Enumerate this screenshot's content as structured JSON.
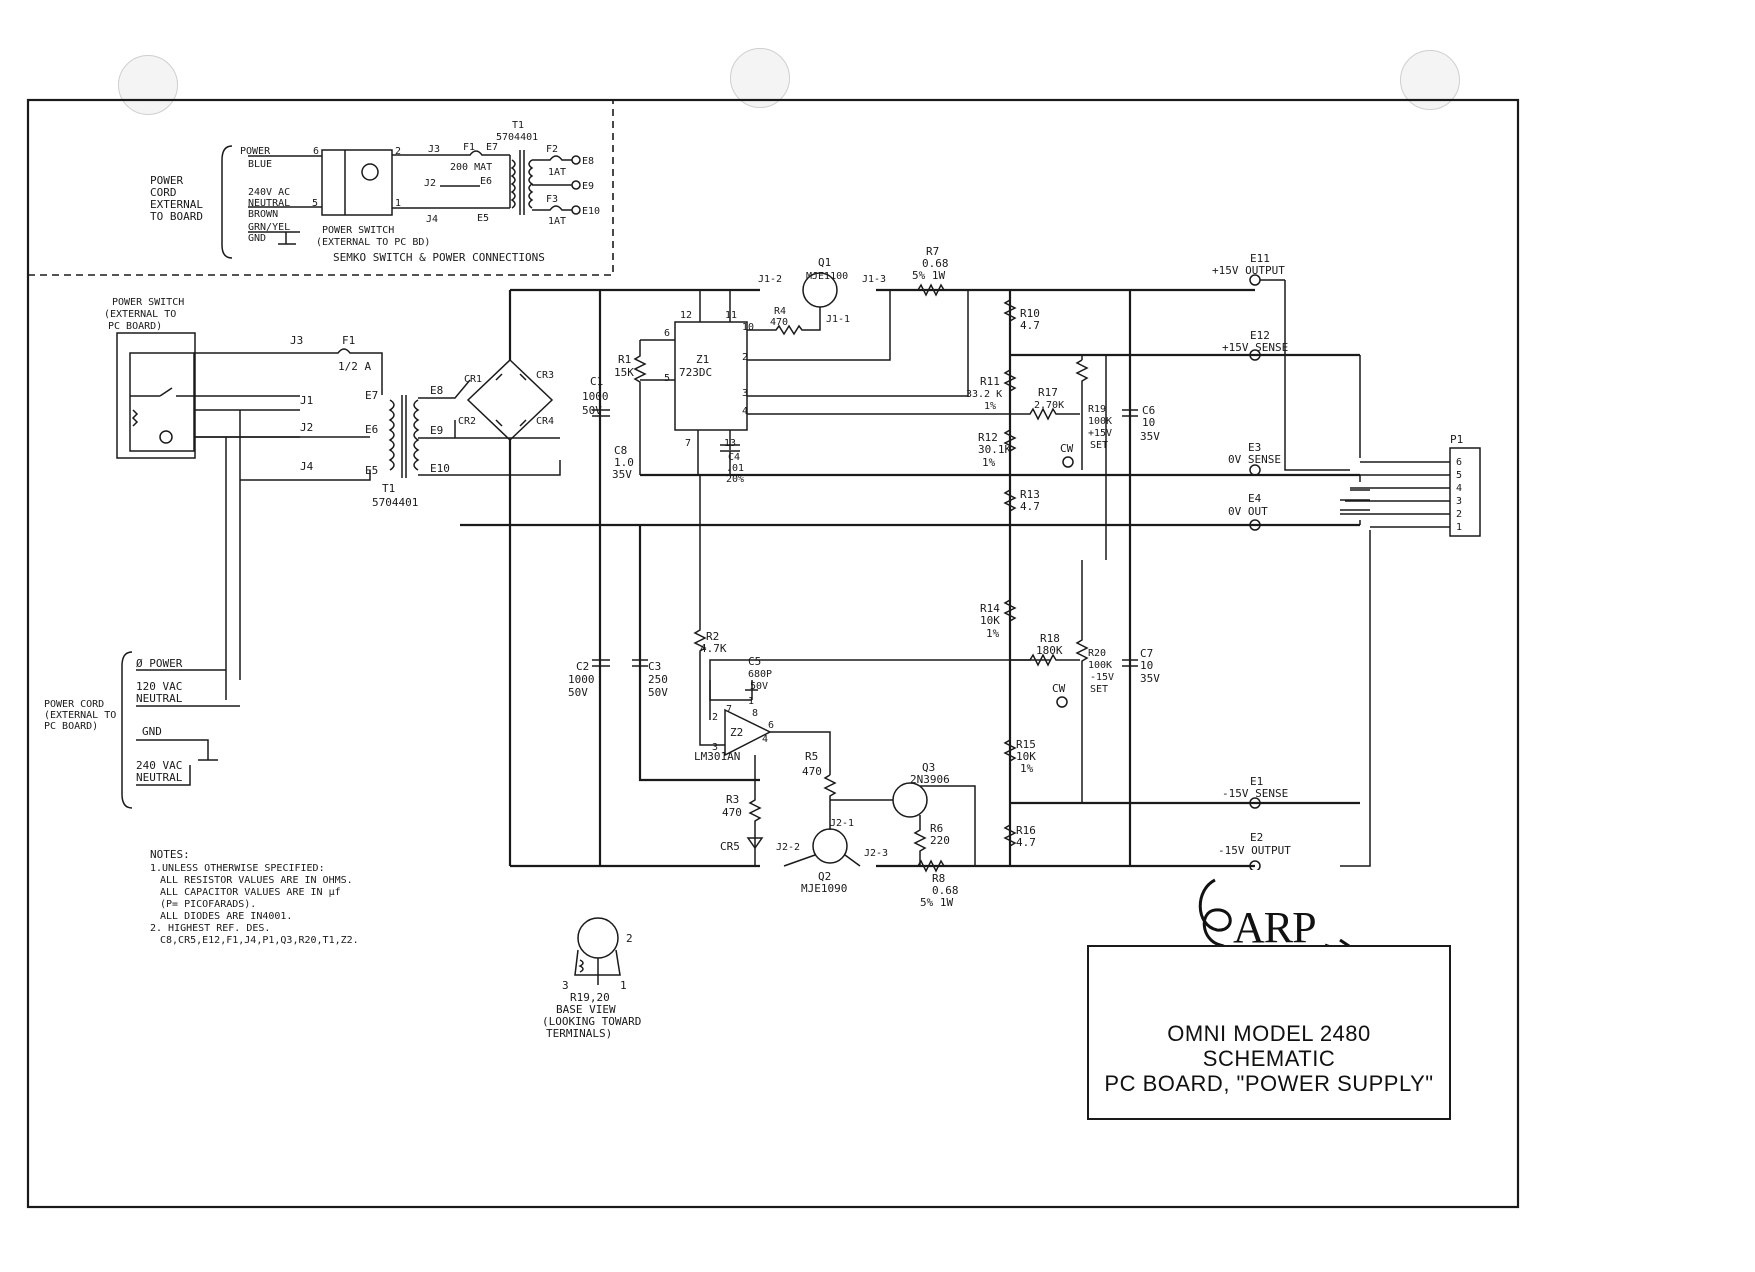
{
  "title_block": {
    "line1": "OMNI MODEL 2480",
    "line2": "SCHEMATIC",
    "line3": "PC BOARD, \"POWER SUPPLY\"",
    "logo_text": "ARP"
  },
  "inset": {
    "caption": "SEMKO SWITCH & POWER CONNECTIONS",
    "power_cord": [
      "POWER",
      "CORD",
      "EXTERNAL",
      "TO BOARD"
    ],
    "wires": [
      "POWER",
      "BLUE",
      "240V AC",
      "NEUTRAL",
      "BROWN",
      "GRN/YEL",
      "GND"
    ],
    "switch_label": [
      "POWER SWITCH",
      "(EXTERNAL TO PC BD)"
    ],
    "transformer": [
      "T1",
      "5704401"
    ],
    "connectors": {
      "j3": "J3",
      "j2": "J2",
      "j4": "J4",
      "f1": "F1",
      "f1_val": "200 MAT",
      "e7": "E7",
      "e6": "E6",
      "e5": "E5",
      "f2": "F2",
      "f2_val": "1AT",
      "e8": "E8",
      "e9": "E9",
      "f3": "F3",
      "f3_val": "1AT",
      "e10": "E10"
    },
    "pins": {
      "p6": "6",
      "p2": "2",
      "p5": "5",
      "p1": "1"
    }
  },
  "left": {
    "power_switch": [
      "POWER SWITCH",
      "(EXTERNAL TO",
      "PC BOARD)"
    ],
    "j3": "J3",
    "f1": "F1",
    "f1_val": "1/2 A",
    "j1": "J1",
    "j2": "J2",
    "j4": "J4",
    "e7": "E7",
    "e6": "E6",
    "e5": "E5",
    "e8": "E8",
    "e9": "E9",
    "e10": "E10",
    "t1": "T1",
    "t1_part": "5704401",
    "cr1": "CR1",
    "cr2": "CR2",
    "cr3": "CR3",
    "cr4": "CR4",
    "cord_label": [
      "POWER CORD",
      "(EXTERNAL TO",
      "PC BOARD)"
    ],
    "cord_wires": [
      "Ø POWER",
      "120 VAC",
      "NEUTRAL",
      "GND",
      "240 VAC",
      "NEUTRAL"
    ]
  },
  "components": {
    "c1": [
      "C1",
      "1000",
      "50V"
    ],
    "c8": [
      "C8",
      "1.0",
      "35V"
    ],
    "r1": [
      "R1",
      "15K"
    ],
    "z1": [
      "Z1",
      "723DC"
    ],
    "c4": [
      "C4",
      ".01",
      "20%"
    ],
    "q1": [
      "Q1",
      "MJE1100"
    ],
    "j1_2": "J1-2",
    "j1_3": "J1-3",
    "j1_1": "J1-1",
    "r4": [
      "R4",
      "470"
    ],
    "r7": [
      "R7",
      "0.68",
      "5% 1W"
    ],
    "r10": [
      "R10",
      "4.7"
    ],
    "r11": [
      "R11",
      "33.2 K",
      "1%"
    ],
    "r17": [
      "R17",
      "2.70K"
    ],
    "r19": [
      "R19",
      "100K",
      "+15V",
      "SET"
    ],
    "cw1": "CW",
    "c6": [
      "C6",
      "10",
      "35V"
    ],
    "r12": [
      "R12",
      "30.1K",
      "1%"
    ],
    "r13": [
      "R13",
      "4.7"
    ],
    "r14": [
      "R14",
      "10K",
      "1%"
    ],
    "r18": [
      "R18",
      "180K"
    ],
    "r20": [
      "R20",
      "100K",
      "-15V",
      "SET"
    ],
    "cw2": "CW",
    "c7": [
      "C7",
      "10",
      "35V"
    ],
    "r15": [
      "R15",
      "10K",
      "1%"
    ],
    "r16": [
      "R16",
      "4.7"
    ],
    "c2": [
      "C2",
      "1000",
      "50V"
    ],
    "c3": [
      "C3",
      "250",
      "50V"
    ],
    "r2": [
      "R2",
      "4.7K"
    ],
    "c5": [
      "C5",
      "680P",
      "50V"
    ],
    "z2": [
      "Z2",
      "LM301AN"
    ],
    "r5": [
      "R5",
      "470"
    ],
    "r3": [
      "R3",
      "470"
    ],
    "cr5": "CR5",
    "q3": [
      "Q3",
      "2N3906"
    ],
    "r6": [
      "R6",
      "220"
    ],
    "q2": [
      "Q2",
      "MJE1090"
    ],
    "r8": [
      "R8",
      "0.68",
      "5% 1W"
    ],
    "j2_1": "J2-1",
    "j2_2": "J2-2",
    "j2_3": "J2-3",
    "pins": {
      "z1_12": "12",
      "z1_11": "11",
      "z1_6": "6",
      "z1_5": "5",
      "z1_10": "10",
      "z1_2": "2",
      "z1_3": "3",
      "z1_4": "4",
      "z1_7": "7",
      "z1_13": "13",
      "z2_2": "2",
      "z2_3": "3",
      "z2_8": "8",
      "z2_6": "6",
      "z2_1": "1",
      "z2_4": "4",
      "z2_7": "7"
    }
  },
  "outputs": {
    "e11": [
      "E11",
      "+15V OUTPUT"
    ],
    "e12": [
      "E12",
      "+15V SENSE"
    ],
    "e3": [
      "E3",
      "0V SENSE"
    ],
    "e4": [
      "E4",
      "0V OUT"
    ],
    "e1": [
      "E1",
      "-15V SENSE"
    ],
    "e2": [
      "E2",
      "-15V OUTPUT"
    ],
    "p1": "P1",
    "p1_pins": [
      "6",
      "5",
      "4",
      "3",
      "2",
      "1"
    ]
  },
  "notes": {
    "title": "NOTES:",
    "lines": [
      "1.UNLESS OTHERWISE SPECIFIED:",
      "ALL RESISTOR VALUES ARE IN OHMS.",
      "ALL CAPACITOR VALUES ARE IN µf",
      "(P= PICOFARADS).",
      "ALL DIODES ARE IN4001.",
      "2. HIGHEST REF. DES.",
      "C8,CR5,E12,F1,J4,P1,Q3,R20,T1,Z2."
    ]
  },
  "base_view": {
    "pins": [
      "2",
      "3",
      "1"
    ],
    "label": [
      "R19,20",
      "BASE VIEW",
      "(LOOKING TOWARD",
      "TERMINALS)"
    ]
  }
}
